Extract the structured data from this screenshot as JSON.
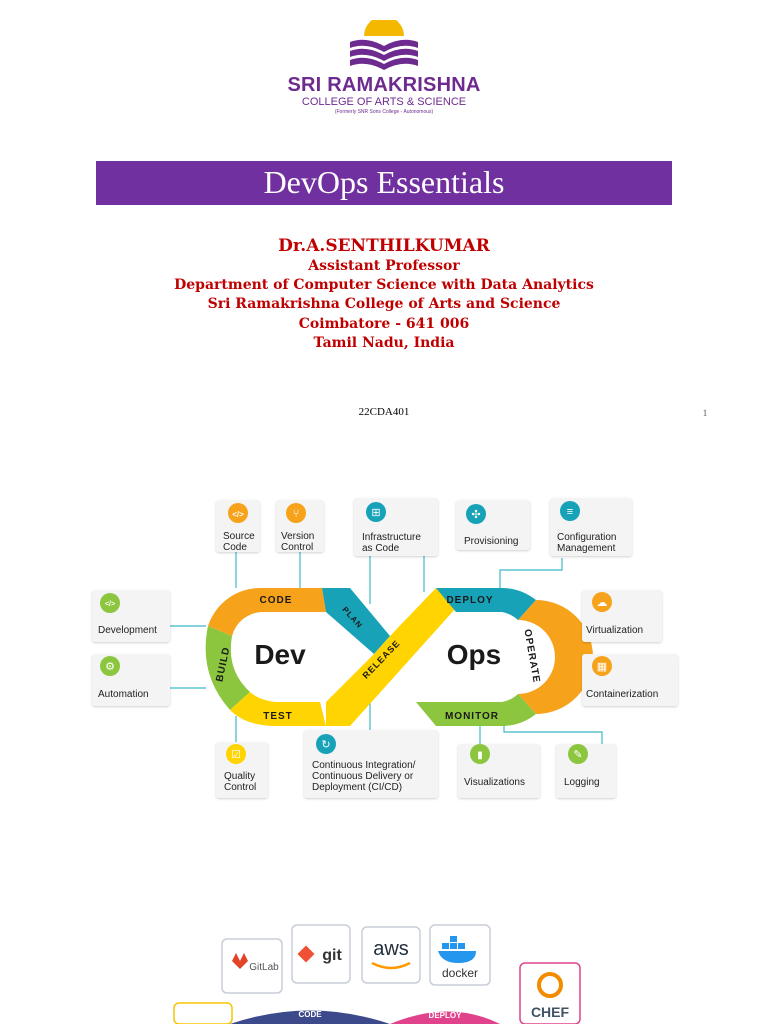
{
  "header": {
    "college_name": "SRI RAMAKRISHNA",
    "college_subtitle": "COLLEGE OF ARTS & SCIENCE",
    "college_note": "(Formerly SNR Sons College - Autonomous)"
  },
  "title": "DevOps Essentials",
  "author": {
    "name": "Dr.A.SENTHILKUMAR",
    "designation": "Assistant Professor",
    "department": "Department of Computer Science with Data Analytics",
    "institution": "Sri Ramakrishna College of Arts and Science",
    "city": "Coimbatore - 641 006",
    "state": "Tamil Nadu, India"
  },
  "footer": {
    "course_code": "22CDA401",
    "page_number": "1"
  },
  "diagram": {
    "center_left": "Dev",
    "center_right": "Ops",
    "loop_stages": {
      "code": "CODE",
      "build": "BUILD",
      "test": "TEST",
      "plan": "PLAN",
      "release": "RELEASE",
      "deploy": "DEPLOY",
      "operate": "OPERATE",
      "monitor": "MONITOR"
    },
    "boxes": {
      "source_code_1": "Source",
      "source_code_2": "Code",
      "version_control_1": "Version",
      "version_control_2": "Control",
      "infrastructure_1": "Infrastructure",
      "infrastructure_2": "as Code",
      "provisioning": "Provisioning",
      "config_mgmt_1": "Configuration",
      "config_mgmt_2": "Management",
      "development": "Development",
      "automation": "Automation",
      "virtualization": "Virtualization",
      "containerization": "Containerization",
      "quality_control_1": "Quality",
      "quality_control_2": "Control",
      "cicd_1": "Continuous Integration/",
      "cicd_2": "Continuous Delivery or",
      "cicd_3": "Deployment (CI/CD)",
      "visualizations": "Visualizations",
      "logging": "Logging"
    },
    "icon_glyphs": {
      "code": "</>",
      "branch": "⑂",
      "network": "⊞",
      "nodes": "✣",
      "sliders": "≡",
      "monitor": "</>",
      "gear": "⚙",
      "cloud": "☁",
      "container": "▦",
      "checklist": "☑",
      "cycle": "↻",
      "barchart": "▮",
      "pen": "✎"
    }
  },
  "tools": {
    "gitlab": "GitLab",
    "git": "git",
    "aws": "aws",
    "docker": "docker",
    "chef": "CHEF",
    "code_label": "CODE",
    "deploy_label": "DEPLOY"
  },
  "colors": {
    "brand_purple": "#7030a0",
    "author_red": "#c00000",
    "logo_gold": "#f5b800",
    "loop_orange": "#f7a21b",
    "loop_teal": "#17a2b8",
    "loop_green": "#8cc63f",
    "loop_yellow": "#ffd400"
  }
}
